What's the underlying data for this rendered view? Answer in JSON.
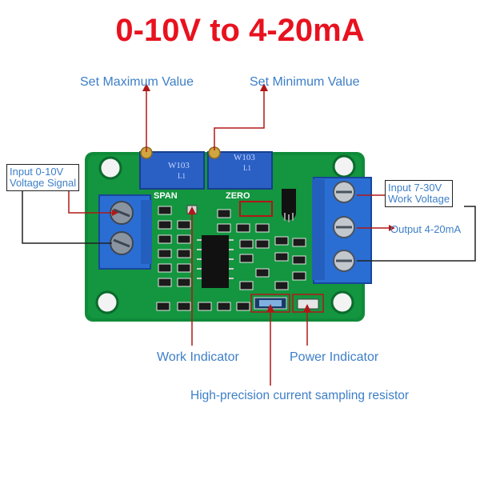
{
  "title": "0-10V to 4-20mA",
  "labels": {
    "set_max": "Set Maximum Value",
    "set_min": "Set Minimum Value",
    "input_signal_line1": "Input 0-10V",
    "input_signal_line2": "Voltage Signal",
    "input_power_line1": "Input 7-30V",
    "input_power_line2": "Work Voltage",
    "output": "Output 4-20mA",
    "work_indicator": "Work Indicator",
    "power_indicator": "Power Indicator",
    "sampling_resistor": "High-precision current sampling resistor"
  },
  "board": {
    "span_label": "SPAN",
    "zero_label": "ZERO",
    "pot_marking_1": "W103",
    "pot_marking_2": "W103",
    "pot_sub_1": "L1",
    "pot_sub_2": "L1"
  },
  "colors": {
    "title": "#e8121f",
    "label_blue": "#3d7fc8",
    "pcb_green": "#0f8b3a",
    "terminal_blue": "#2a6ed4",
    "pointer_red": "#b01818",
    "leader_black": "#222222"
  }
}
